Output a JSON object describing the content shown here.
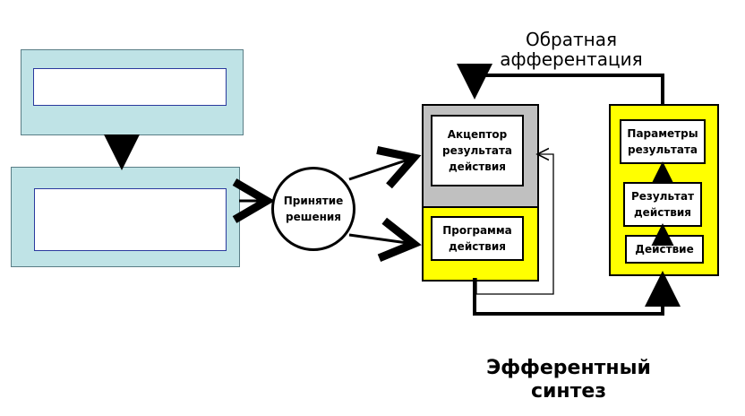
{
  "colors": {
    "accent_teal": "#bfe3e6",
    "panel_yellow": "#ffff00",
    "panel_gray": "#c0c0c0",
    "stroke": "#000000"
  },
  "decision": {
    "label": "Принятие\nрешения"
  },
  "acceptor": {
    "label": "Акцептор\nрезультата\nдействия"
  },
  "program": {
    "label": "Программа\nдействия"
  },
  "result_params": {
    "label": "Параметры\nрезультата"
  },
  "result": {
    "label": "Результат\nдействия"
  },
  "action": {
    "label": "Действие"
  },
  "feedback": {
    "label": "Обратная\nафферентация"
  },
  "synthesis": {
    "label": "Эфферентный\nсинтез"
  }
}
